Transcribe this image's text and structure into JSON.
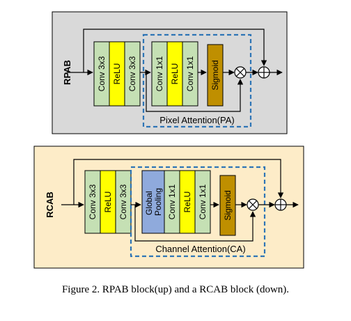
{
  "colors": {
    "rpab_panel": "#d9d9d9",
    "rcab_panel": "#fdecc8",
    "conv_green": "#c5e0b4",
    "relu_yellow": "#ffff00",
    "sigmoid_brown": "#bf8f00",
    "pooling_blue": "#8faadc",
    "attention_border": "#2e75b6"
  },
  "rpab": {
    "side_label": "RPAB",
    "blocks": [
      "Conv 3x3",
      "ReLU",
      "Conv 3x3"
    ],
    "attention_blocks": [
      "Conv 1x1",
      "ReLU",
      "Conv 1x1"
    ],
    "sigmoid": "Sigmoid",
    "attention_label": "Pixel Attention(PA)"
  },
  "rcab": {
    "side_label": "RCAB",
    "blocks": [
      "Conv 3x3",
      "ReLU",
      "Conv 3x3"
    ],
    "pooling": "Global Pooling",
    "attention_blocks": [
      "Conv 1x1",
      "ReLU",
      "Conv 1x1"
    ],
    "sigmoid": "Sigmoid",
    "attention_label": "Channel Attention(CA)"
  },
  "caption": "Figure 2. RPAB block(up) and a RCAB block (down)."
}
